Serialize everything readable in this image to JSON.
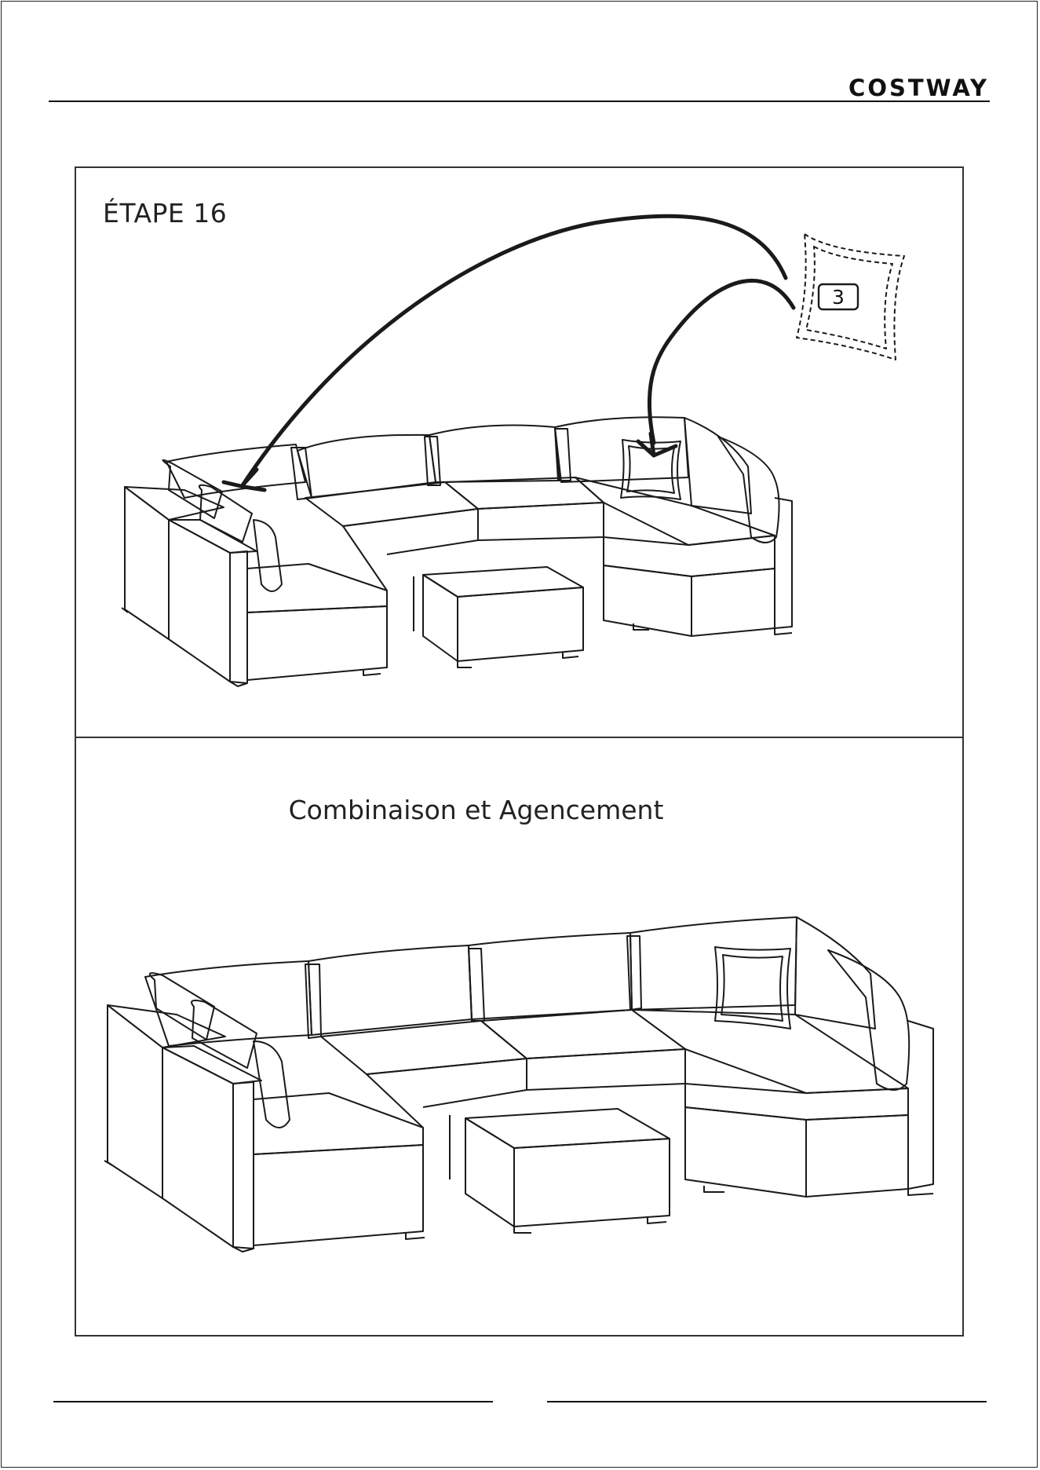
{
  "header": {
    "brand": "COSTWAY"
  },
  "step": {
    "label": "ÉTAPE 16",
    "part_number": "3"
  },
  "result": {
    "title": "Combinaison et Agencement"
  },
  "icons": [
    "cushion-icon",
    "arrow-icon",
    "sofa-set-illustration"
  ]
}
